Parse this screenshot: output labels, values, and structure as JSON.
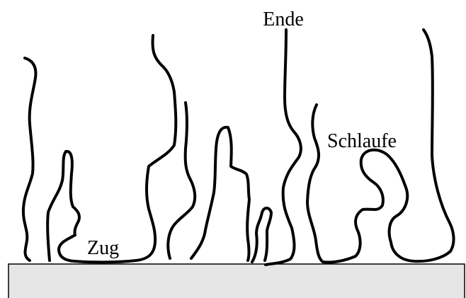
{
  "labels": {
    "ende": "Ende",
    "schlaufe": "Schlaufe",
    "zug": "Zug"
  },
  "colors": {
    "stroke": "#000000",
    "substrate_fill": "#e6e6e6",
    "substrate_stroke": "#000000",
    "background": "#ffffff"
  }
}
